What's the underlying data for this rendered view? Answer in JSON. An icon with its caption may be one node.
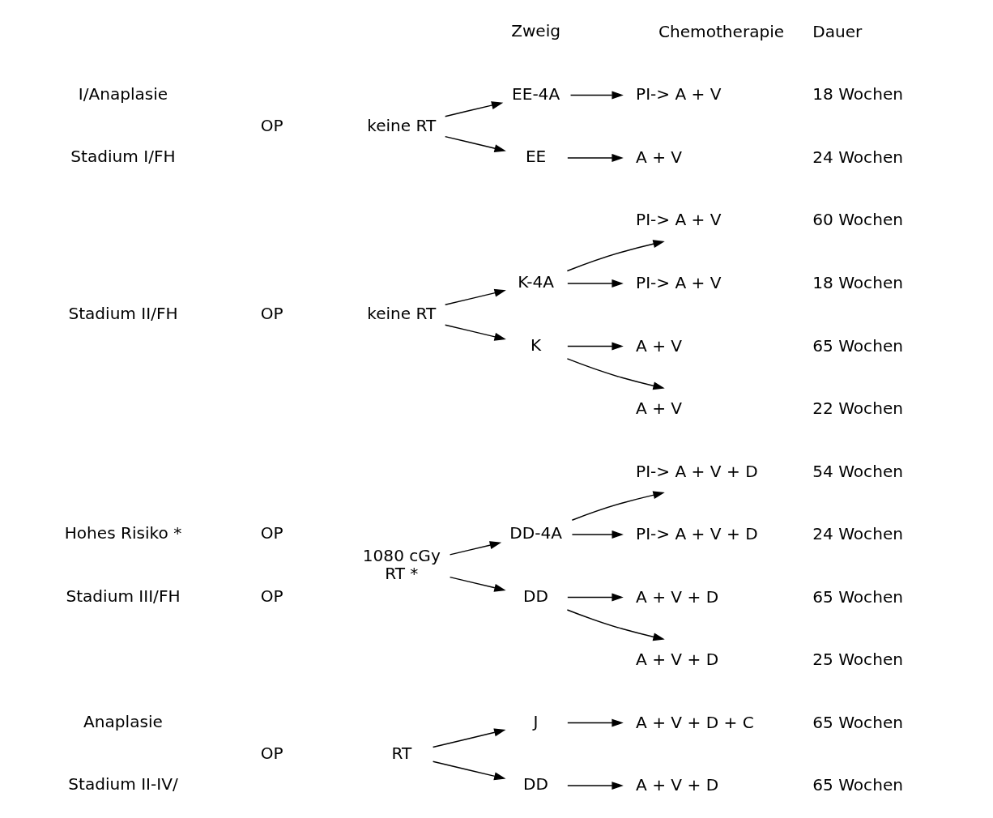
{
  "diagram": {
    "nodes": [
      {
        "text": [
          "keine RT"
        ]
      },
      {
        "text": [
          "EE"
        ]
      },
      {
        "text": [
          "A + V"
        ],
        "beside": [
          "24 Wochen"
        ]
      },
      {
        "text": [
          "EE-4A"
        ]
      },
      {
        "text": [
          "PI-> A + V"
        ],
        "beside": [
          "18 Wochen"
        ]
      },
      {
        "text": [
          "K"
        ]
      },
      {
        "text": [
          "A + V"
        ],
        "beside": [
          "22 Wochen"
        ]
      },
      {
        "text": [
          "keine RT"
        ]
      },
      {
        "text": [
          "A + V"
        ],
        "beside": [
          "65 Wochen"
        ]
      },
      {
        "text": [
          "PI-> A + V"
        ],
        "beside": [
          "18 Wochen"
        ]
      },
      {
        "text": [
          "K-4A"
        ]
      },
      {
        "text": [
          "PI-> A + V"
        ],
        "beside": [
          "60 Wochen"
        ]
      },
      {
        "text": [
          "DD"
        ]
      },
      {
        "text": [
          "A + V + D"
        ],
        "beside": [
          "25 Wochen"
        ]
      },
      {
        "text": [
          "A + V + D"
        ],
        "beside": [
          "65 Wochen"
        ]
      },
      {
        "text": [
          "1080 cGy",
          "RT *"
        ]
      },
      {
        "text": [
          "PI-> A + V + D"
        ],
        "beside": [
          "24 Wochen"
        ]
      },
      {
        "text": [
          "DD-4A"
        ]
      },
      {
        "text": [
          "PI-> A + V + D"
        ],
        "beside": [
          "54 Wochen"
        ]
      },
      {
        "text": [
          "DD"
        ]
      },
      {
        "text": [
          "A + V + D"
        ],
        "beside": [
          "65 Wochen"
        ]
      },
      {
        "text": [
          "RT"
        ]
      },
      {
        "text": [
          "J"
        ]
      },
      {
        "text": [
          "A + V + D + C"
        ],
        "beside": [
          "65 Wochen"
        ]
      }
    ],
    "edges": [
      {
        "from": 0,
        "to": 1,
        "arrow": "to"
      },
      {
        "from": 0,
        "to": 3,
        "arrow": "to"
      },
      {
        "from": 1,
        "to": 2,
        "arrow": "to"
      },
      {
        "from": 3,
        "to": 4,
        "arrow": "to"
      },
      {
        "from": 7,
        "to": 5,
        "arrow": "to"
      },
      {
        "from": 7,
        "to": 10,
        "arrow": "to"
      },
      {
        "from": 5,
        "to": 6,
        "arrow": "to"
      },
      {
        "from": 5,
        "to": 8,
        "arrow": "to"
      },
      {
        "from": 10,
        "to": 9,
        "arrow": "to"
      },
      {
        "from": 10,
        "to": 11,
        "arrow": "to"
      },
      {
        "from": 15,
        "to": 12,
        "arrow": "to"
      },
      {
        "from": 15,
        "to": 17,
        "arrow": "to"
      },
      {
        "from": 12,
        "to": 13,
        "arrow": "to"
      },
      {
        "from": 12,
        "to": 14,
        "arrow": "to"
      },
      {
        "from": 17,
        "to": 16,
        "arrow": "to"
      },
      {
        "from": 17,
        "to": 18,
        "arrow": "to"
      },
      {
        "from": 21,
        "to": 19,
        "arrow": "to"
      },
      {
        "from": 21,
        "to": 22,
        "arrow": "to"
      },
      {
        "from": 19,
        "to": 20,
        "arrow": "to"
      },
      {
        "from": 22,
        "to": 23,
        "arrow": "to"
      }
    ],
    "labels": [
      "Zweig",
      "Chemotherapie",
      "Dauer",
      "Stadium I/FH",
      "OP",
      "I/Anaplasie",
      "Stadium II/FH",
      "OP",
      "Stadium III/FH",
      "OP",
      "Hohes Risiko *",
      "OP",
      "Stadium II-IV/",
      "OP",
      "Anaplasie"
    ]
  }
}
